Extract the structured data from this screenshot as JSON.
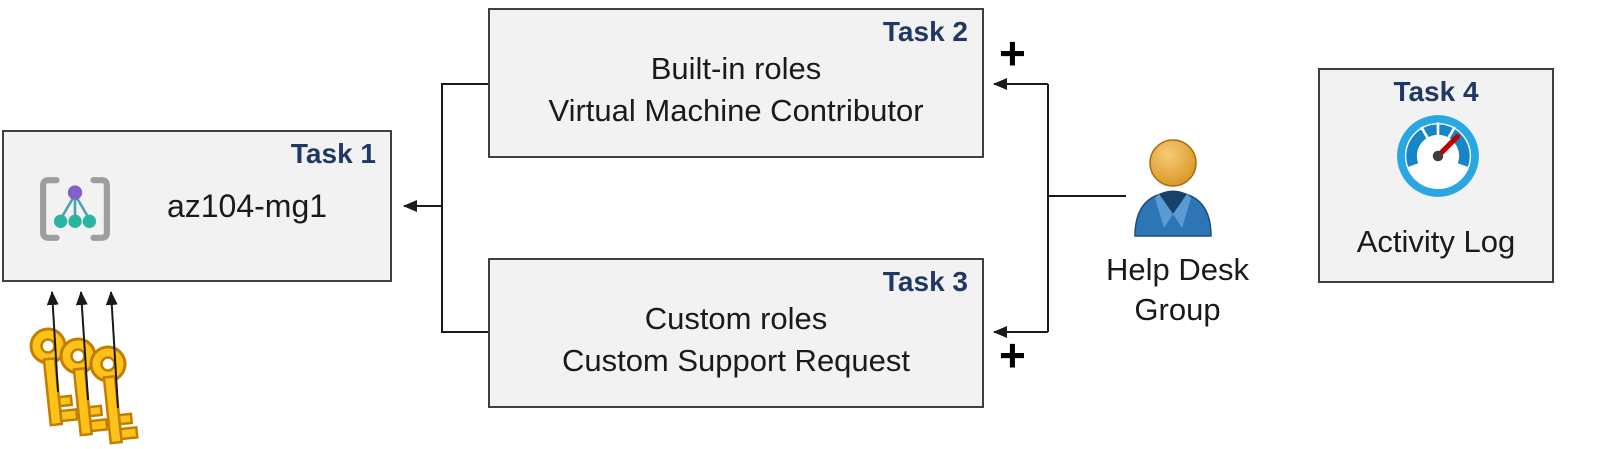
{
  "colors": {
    "task-label": "#1F3864",
    "box-fill": "#F2F2F2",
    "box-border": "#3F3F3F",
    "text": "#1A1A1A",
    "key-gold": "#FFC21A",
    "person-blue": "#2E75B6",
    "gauge-blue": "#29A7E0",
    "needle-red": "#C00000"
  },
  "task1": {
    "label": "Task 1",
    "name": "az104-mg1",
    "icon": "management-group-icon"
  },
  "task2": {
    "label": "Task 2",
    "line1": "Built-in roles",
    "line2": "Virtual Machine Contributor"
  },
  "task3": {
    "label": "Task 3",
    "line1": "Custom roles",
    "line2": "Custom Support Request"
  },
  "task4": {
    "label": "Task 4",
    "caption": "Activity Log",
    "icon": "gauge-icon"
  },
  "helpdesk": {
    "line1": "Help Desk",
    "line2": "Group",
    "icon": "user-icon"
  },
  "plus": {
    "top": "+",
    "bottom": "+"
  },
  "keys": {
    "icon": "keys-icon",
    "count": 3
  }
}
